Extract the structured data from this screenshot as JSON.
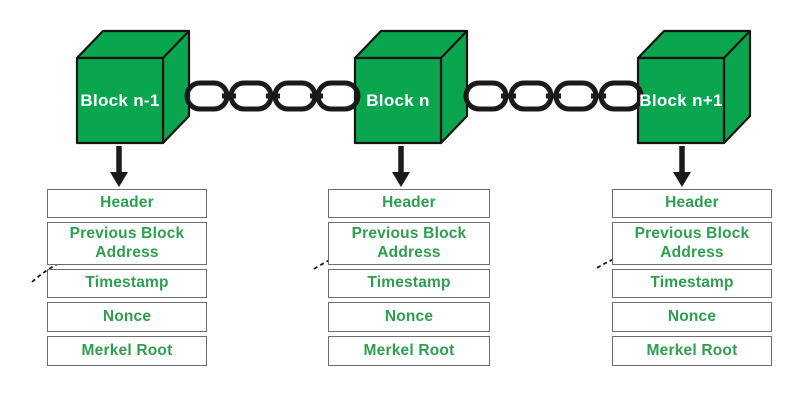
{
  "theme": {
    "cube_green": "#0aa54f",
    "cube_outline": "#141414",
    "block_label_color": "#ffffff",
    "field_text_green": "#2e9e4f",
    "box_border_gray": "#6d6d6d",
    "connector_black": "#1a1a1a",
    "background": "#ffffff"
  },
  "blocks": [
    {
      "label": "Block n-1",
      "fields": [
        "Header",
        "Previous Block Address",
        "Timestamp",
        "Nonce",
        "Merkel Root"
      ]
    },
    {
      "label": "Block n",
      "fields": [
        "Header",
        "Previous Block Address",
        "Timestamp",
        "Nonce",
        "Merkel Root"
      ]
    },
    {
      "label": "Block n+1",
      "fields": [
        "Header",
        "Previous Block Address",
        "Timestamp",
        "Nonce",
        "Merkel Root"
      ]
    }
  ],
  "icons": {
    "cube": "green 3d cube shape",
    "chain": "interlocked black oval chain links",
    "down_arrow": "thick black downward arrow",
    "dashed_pointer": "small dashed curved arrow pointing right"
  }
}
